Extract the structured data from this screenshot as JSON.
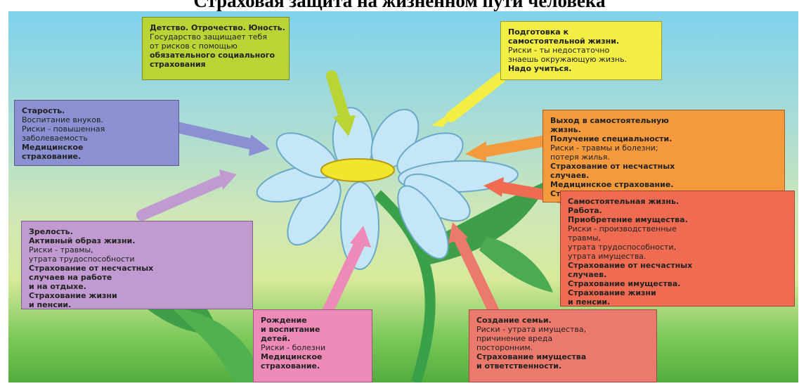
{
  "title": "Страховая защита на жизненном пути человека",
  "colors": {
    "green_box": "#b8d435",
    "yellow_box": "#f2ee44",
    "blue_box": "#8a90d2",
    "orange_box": "#f59a3c",
    "purple_box": "#c09ad0",
    "red_box": "#ef6c52",
    "pink_box": "#ee8ab8",
    "salmon_box": "#ec7a6c",
    "petal": "#c4e6f6",
    "center": "#f1e62c"
  },
  "boxes": {
    "childhood": {
      "lines": [
        {
          "text": "Детство. Отрочество. Юность.",
          "bold": true
        },
        {
          "text": "Государство защищает тебя",
          "bold": false
        },
        {
          "text": "от рисков с помощью",
          "bold": false
        },
        {
          "text": "обязательного социального",
          "bold": true
        },
        {
          "text": "страхования",
          "bold": true
        }
      ]
    },
    "preparation": {
      "lines": [
        {
          "text": "Подготовка к",
          "bold": true
        },
        {
          "text": "самостоятельной жизни.",
          "bold": true
        },
        {
          "text": "Риски - ты недостаточно",
          "bold": false
        },
        {
          "text": "знаешь окружающую жизнь.",
          "bold": false
        },
        {
          "text": "Надо учиться.",
          "bold": true
        }
      ]
    },
    "old_age": {
      "lines": [
        {
          "text": "Старость.",
          "bold": true
        },
        {
          "text": "Воспитание внуков.",
          "bold": false
        },
        {
          "text": "Риски - повышенная",
          "bold": false
        },
        {
          "text": "заболеваемость",
          "bold": false
        },
        {
          "text": "Медицинское",
          "bold": true
        },
        {
          "text": "страхование.",
          "bold": true
        }
      ]
    },
    "independence": {
      "lines": [
        {
          "text": "Выход в самостоятельную",
          "bold": true
        },
        {
          "text": "жизнь.",
          "bold": true
        },
        {
          "text": "Получение специальности.",
          "bold": true
        },
        {
          "text": "Риски - травмы и болезни;",
          "bold": false
        },
        {
          "text": "потеря жилья.",
          "bold": false
        },
        {
          "text": "Страхование от несчастных",
          "bold": true
        },
        {
          "text": "случаев.",
          "bold": true
        },
        {
          "text": "Медицинское страхование.",
          "bold": true
        },
        {
          "text": "Страхование имущества.",
          "bold": true
        }
      ]
    },
    "maturity": {
      "lines": [
        {
          "text": "Зрелость.",
          "bold": true
        },
        {
          "text": "Активный образ жизни.",
          "bold": true
        },
        {
          "text": "Риски - травмы,",
          "bold": false
        },
        {
          "text": "утрата трудоспособности",
          "bold": false
        },
        {
          "text": "Страхование от несчастных",
          "bold": true
        },
        {
          "text": "случаев на работе",
          "bold": true
        },
        {
          "text": "и на отдыхе.",
          "bold": true
        },
        {
          "text": "Страхование жизни",
          "bold": true
        },
        {
          "text": "и пенсии.",
          "bold": true
        }
      ]
    },
    "work": {
      "lines": [
        {
          "text": "Самостоятельная жизнь.",
          "bold": true
        },
        {
          "text": "Работа.",
          "bold": true
        },
        {
          "text": "Приобретение имущества.",
          "bold": true
        },
        {
          "text": "Риски - производственные",
          "bold": false
        },
        {
          "text": "травмы,",
          "bold": false
        },
        {
          "text": "утрата трудоспособности,",
          "bold": false
        },
        {
          "text": "утрата имущества.",
          "bold": false
        },
        {
          "text": "Страхование от несчастных",
          "bold": true
        },
        {
          "text": "случаев.",
          "bold": true
        },
        {
          "text": "Страхование имущества.",
          "bold": true
        },
        {
          "text": "Страхование жизни",
          "bold": true
        },
        {
          "text": "и пенсии.",
          "bold": true
        }
      ]
    },
    "children": {
      "lines": [
        {
          "text": "Рождение",
          "bold": true
        },
        {
          "text": "и воспитание",
          "bold": true
        },
        {
          "text": "детей.",
          "bold": true
        },
        {
          "text": "Риски - болезни",
          "bold": false
        },
        {
          "text": "Медицинское",
          "bold": true
        },
        {
          "text": "страхование.",
          "bold": true
        }
      ]
    },
    "family": {
      "lines": [
        {
          "text": "Создание семьи.",
          "bold": true
        },
        {
          "text": "Риски - утрата имущества,",
          "bold": false
        },
        {
          "text": "причинение вреда",
          "bold": false
        },
        {
          "text": "посторонним.",
          "bold": false
        },
        {
          "text": "Страхование имущества",
          "bold": true
        },
        {
          "text": "и ответственности.",
          "bold": true
        }
      ]
    }
  }
}
